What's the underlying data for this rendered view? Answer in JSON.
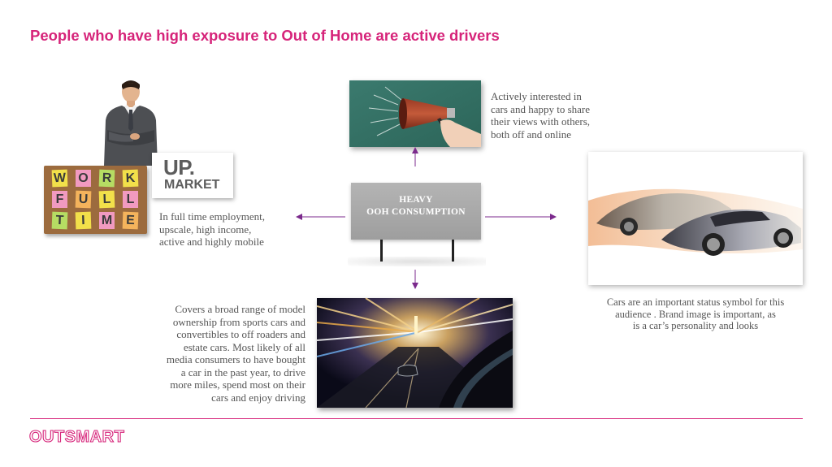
{
  "title": "People who have high exposure to Out of Home are active drivers",
  "board": {
    "rows": [
      [
        "W",
        "O",
        "R",
        "K"
      ],
      [
        "F",
        "U",
        "L",
        "L"
      ],
      [
        "T",
        "I",
        "M",
        "E"
      ]
    ],
    "note_colors": [
      "#f2e04a",
      "#f19ac0",
      "#b6dd63",
      "#f2e04a",
      "#f19ac0",
      "#f4b35c"
    ]
  },
  "upmarket": {
    "line1": "UP.",
    "line2": "MARKET"
  },
  "texts": {
    "employment": [
      "In full time employment,",
      "upscale, high income,",
      "active and highly mobile"
    ],
    "interested": [
      "Actively interested in",
      "cars and happy to share",
      "their views with others,",
      "both off and online"
    ],
    "status": [
      "Cars are an important status symbol for this",
      "audience . Brand image is important, as",
      "is a car’s personality and looks"
    ],
    "ownership": [
      "Covers a broad range of model",
      "ownership from sports cars and",
      "convertibles to off roaders and",
      "estate cars. Most likely of all",
      "media consumers to have bought",
      "a car in the past year, to drive",
      "more miles, spend most on their",
      "cars and enjoy driving"
    ]
  },
  "billboard": {
    "line1": "HEAVY",
    "line2": "OOH CONSUMPTION"
  },
  "logo": "OUTSMART",
  "colors": {
    "accent": "#d6247a",
    "arrow": "#7b2a8c",
    "body_text": "#555555"
  }
}
